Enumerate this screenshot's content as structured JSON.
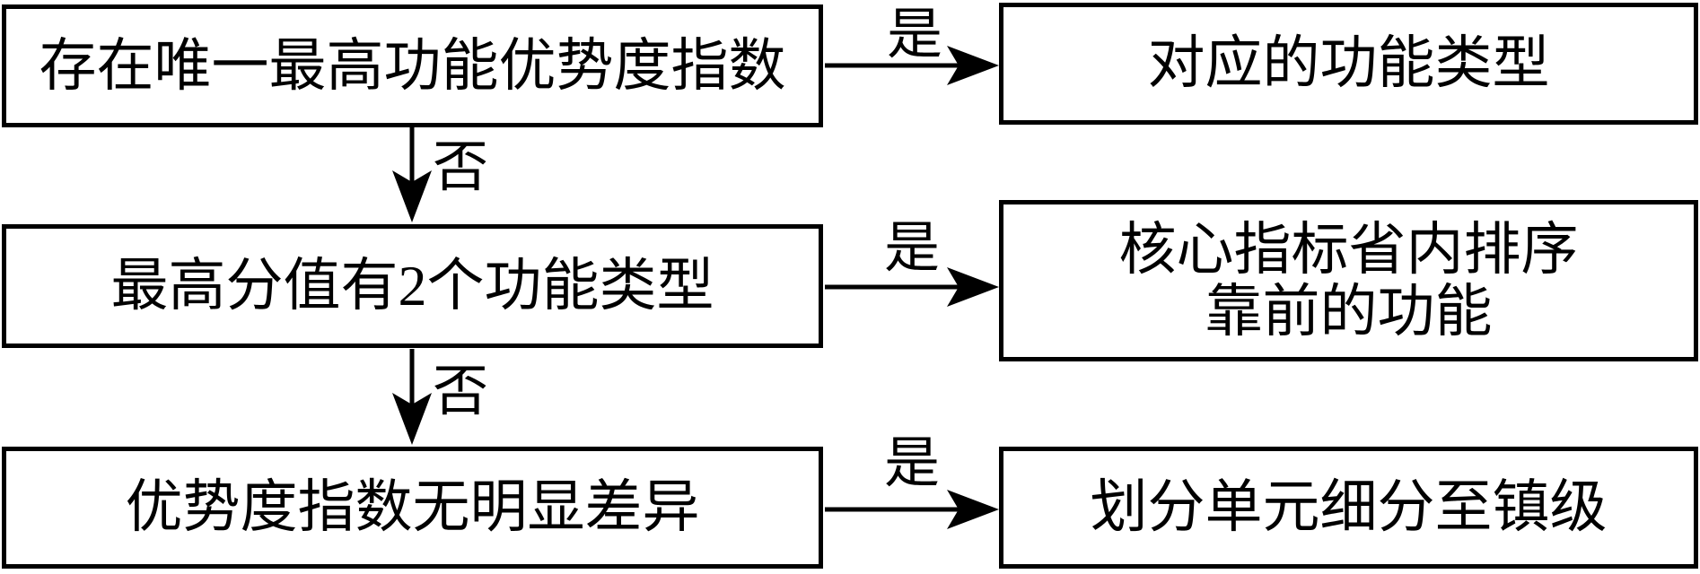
{
  "diagram": {
    "background_color": "#ffffff",
    "line_color": "#000000",
    "text_color": "#000000",
    "rows": [
      {
        "condition": "存在唯一最高功能优势度指数",
        "yes_label": "是",
        "no_label": "否",
        "result_lines": [
          "对应的功能类型"
        ]
      },
      {
        "condition": "最高分值有2个功能类型",
        "yes_label": "是",
        "no_label": "否",
        "result_lines": [
          "核心指标省内排序",
          "靠前的功能"
        ]
      },
      {
        "condition": "优势度指数无明显差异",
        "yes_label": "是",
        "result_lines": [
          "划分单元细分至镇级"
        ]
      }
    ]
  }
}
